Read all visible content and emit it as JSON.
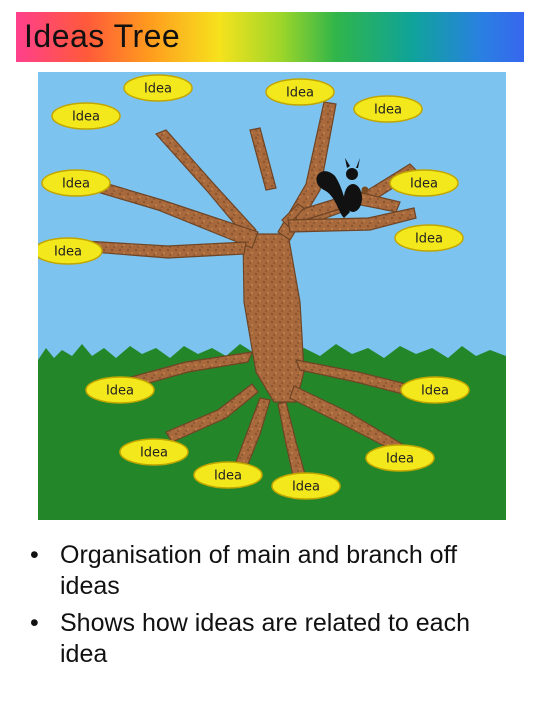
{
  "title": "Ideas Tree",
  "colors": {
    "sky": "#7cc3ef",
    "grass": "#23872a",
    "trunk": "#a86a3c",
    "bubble": "#f3e81c",
    "bubble_stroke": "#c2a600"
  },
  "tree": {
    "branch_idea_label": "Idea",
    "root_idea_label": "Idea"
  },
  "icons": [
    "squirrel-icon",
    "bullet-icon"
  ],
  "bullets": [
    "Organisation of main and branch off ideas",
    "Shows how ideas are related to each idea"
  ]
}
